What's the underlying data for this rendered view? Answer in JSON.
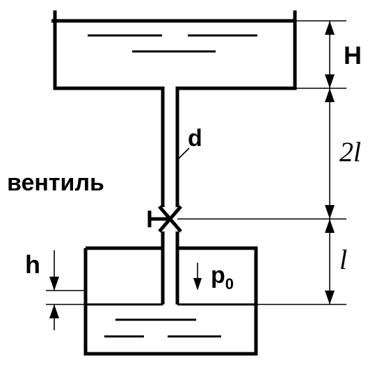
{
  "labels": {
    "H": "H",
    "two_l": "2l",
    "l": "l",
    "d": "d",
    "valve": "вентиль",
    "h": "h",
    "p0_base": "p",
    "p0_sub": "0"
  },
  "colors": {
    "line": "#000000",
    "background": "#ffffff"
  }
}
